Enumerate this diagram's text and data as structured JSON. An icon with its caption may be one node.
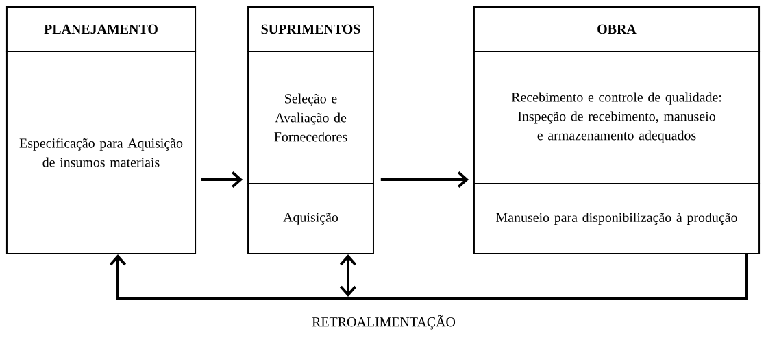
{
  "diagram": {
    "nodes": [
      {
        "text": [
          "PLANEJAMENTO"
        ]
      },
      {
        "text": [
          "Especificação para Aquisição de insumos materiais"
        ]
      },
      {
        "text": [
          "SUPRIMENTOS"
        ]
      },
      {
        "text": [
          "Seleção e Avaliação de Fornecedores"
        ]
      },
      {
        "text": [
          "Aquisição"
        ]
      },
      {
        "text": [
          "OBRA"
        ]
      },
      {
        "text": [
          "Recebimento e controle de qualidade: Inspeção de recebimento, manuseio e armazenamento adequados"
        ]
      },
      {
        "text": [
          "Manuseio para disponibilização à produção"
        ]
      }
    ],
    "edges": [
      {
        "from": 1,
        "to": 3,
        "arrow": "to"
      },
      {
        "from": 3,
        "to": 6,
        "arrow": "to"
      },
      {
        "from": 7,
        "to": 1,
        "arrow": "to"
      },
      {
        "from": null,
        "to": 4,
        "arrow": "both"
      }
    ],
    "labels": [
      "RETROALIMENTAÇÃO"
    ]
  }
}
